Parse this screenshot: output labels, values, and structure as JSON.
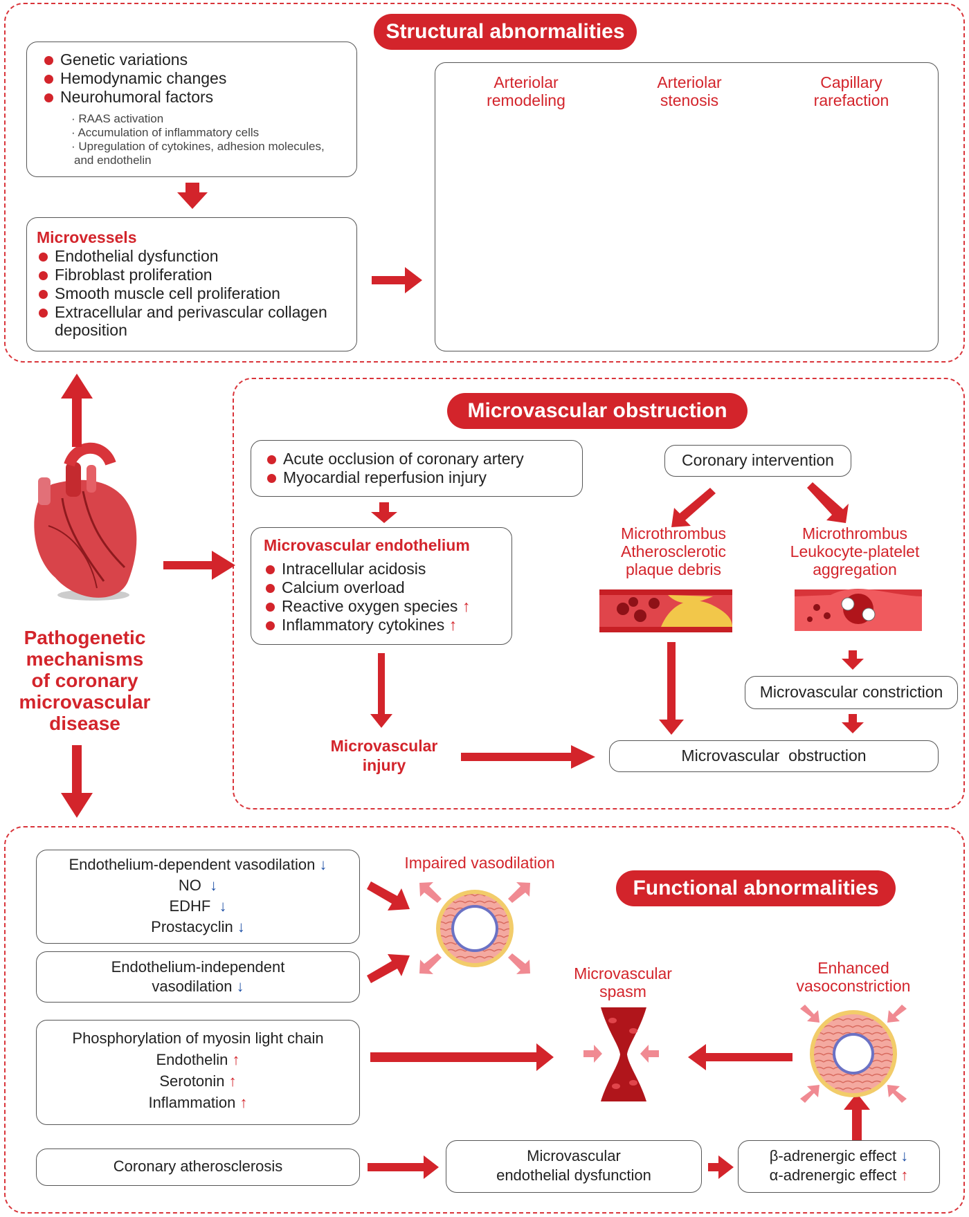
{
  "structural": {
    "title": "Structural abnormalities",
    "causes": [
      "Genetic variations",
      "Hemodynamic changes",
      "Neurohumoral factors"
    ],
    "sub_causes": [
      "· RAAS activation",
      "· Accumulation of inflammatory cells",
      "· Upregulation of cytokines, adhesion molecules,",
      "and endothelin"
    ],
    "microvessels_title": "Microvessels",
    "microvessels": [
      "Endothelial dysfunction",
      "Fibroblast proliferation",
      "Smooth muscle cell proliferation",
      "Extracellular and perivascular collagen"
    ],
    "microvessels_cont": "deposition",
    "types": [
      "Arteriolar",
      "remodeling",
      "Arteriolar",
      "stenosis",
      "Capillary",
      "rarefaction"
    ]
  },
  "center": {
    "title_lines": [
      "Pathogenetic",
      "mechanisms",
      "of coronary",
      "microvascular",
      "disease"
    ]
  },
  "obstruction": {
    "title": "Microvascular obstruction",
    "causes": [
      "Acute occlusion of coronary artery",
      "Myocardial reperfusion injury"
    ],
    "endothelium_title": "Microvascular endothelium",
    "endothelium": [
      "Intracellular acidosis",
      "Calcium overload",
      "Reactive oxygen species",
      "Inflammatory cytokines"
    ],
    "injury": [
      "Microvascular",
      "injury"
    ],
    "intervention": "Coronary intervention",
    "left_branch": [
      "Microthrombus",
      "Atherosclerotic",
      "plaque debris"
    ],
    "right_branch": [
      "Microthrombus",
      "Leukocyte-platelet",
      "aggregation"
    ],
    "constriction": "Microvascular constriction",
    "result": "Microvascular  obstruction"
  },
  "functional": {
    "title": "Functional abnormalities",
    "dep": [
      "Endothelium-dependent vasodilation",
      "NO",
      "EDHF",
      "Prostacyclin"
    ],
    "indep": [
      "Endothelium-independent",
      "vasodilation"
    ],
    "myosin": [
      "Phosphorylation of myosin light chain",
      "Endothelin",
      "Serotonin",
      "Inflammation"
    ],
    "athero": "Coronary atherosclerosis",
    "dysfunction": [
      "Microvascular",
      "endothelial dysfunction"
    ],
    "adrenergic": [
      "β-adrenergic effect",
      "α-adrenergic effect"
    ],
    "impaired": "Impaired vasodilation",
    "spasm": [
      "Microvascular",
      "spasm"
    ],
    "enhanced": [
      "Enhanced",
      "vasoconstriction"
    ]
  },
  "symbols": {
    "up": "↑",
    "down": "↓"
  },
  "colors": {
    "accent": "#d3242b",
    "down_arrow": "#1d4fa5",
    "pink_arrow": "#f08a92"
  }
}
